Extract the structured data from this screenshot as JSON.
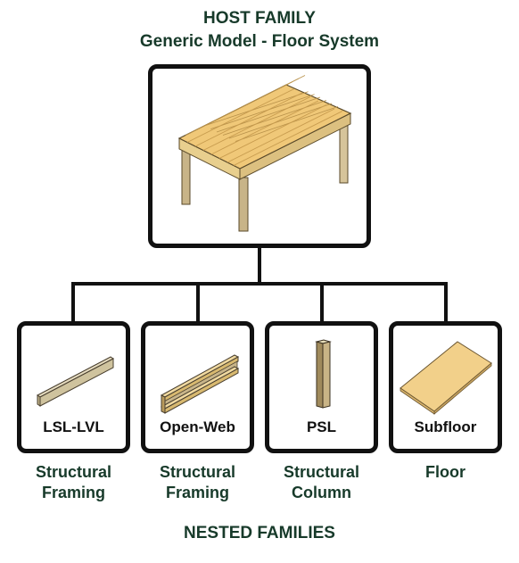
{
  "host": {
    "title": "HOST FAMILY",
    "subtitle": "Generic Model - Floor System"
  },
  "nested_label": "NESTED FAMILIES",
  "children": [
    {
      "label": "LSL-LVL",
      "category_line1": "Structural",
      "category_line2": "Framing"
    },
    {
      "label": "Open-Web",
      "category_line1": "Structural",
      "category_line2": "Framing"
    },
    {
      "label": "PSL",
      "category_line1": "Structural",
      "category_line2": "Column"
    },
    {
      "label": "Subfloor",
      "category_line1": "Floor",
      "category_line2": ""
    }
  ],
  "colors": {
    "title": "#173a2a",
    "wood_light": "#f0c878",
    "wood_mid": "#e4b660",
    "wood_dark": "#b99a6a",
    "outline": "#111111"
  }
}
